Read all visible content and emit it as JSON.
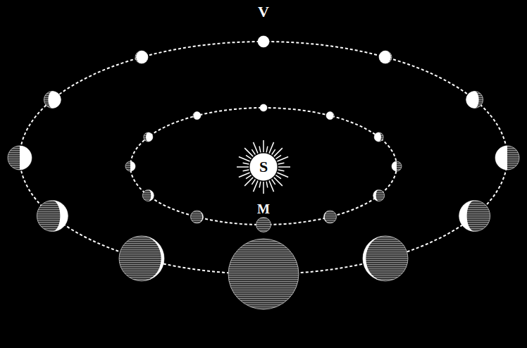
{
  "diagram": {
    "nodes": [
      {
        "text": [
          "S"
        ]
      }
    ],
    "labels": [
      "V",
      "M"
    ]
  }
}
